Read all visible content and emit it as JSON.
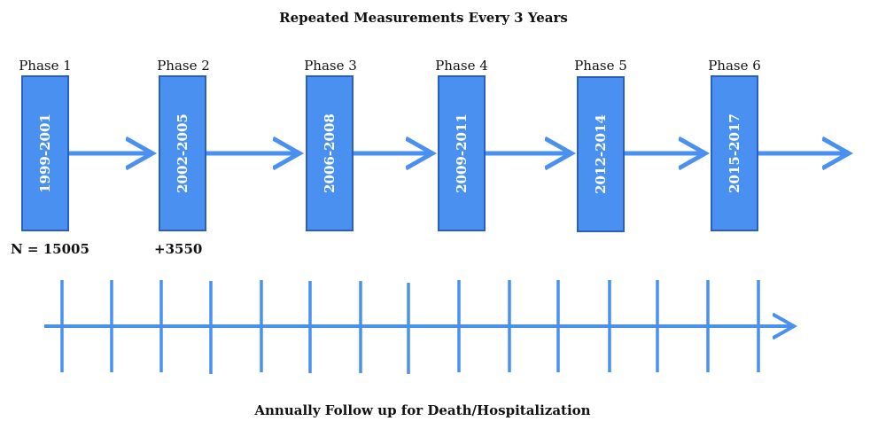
{
  "diagram": {
    "title": "Repeated Measurements Every 3 Years",
    "footer": "Annually Follow up for Death/Hospitalization",
    "phases": [
      {
        "label": "Phase 1",
        "years": "1999-2001",
        "count": "N = 15005"
      },
      {
        "label": "Phase 2",
        "years": "2002-2005",
        "count": "+3550"
      },
      {
        "label": "Phase 3",
        "years": "2006-2008",
        "count": ""
      },
      {
        "label": "Phase 4",
        "years": "2009-2011",
        "count": ""
      },
      {
        "label": "Phase 5",
        "years": "2012-2014",
        "count": ""
      },
      {
        "label": "Phase 6",
        "years": "2015-2017",
        "count": ""
      }
    ],
    "colors": {
      "box_fill": "#4A90F0",
      "box_stroke": "#2A5FBF",
      "arrow": "#4A90F0"
    }
  }
}
